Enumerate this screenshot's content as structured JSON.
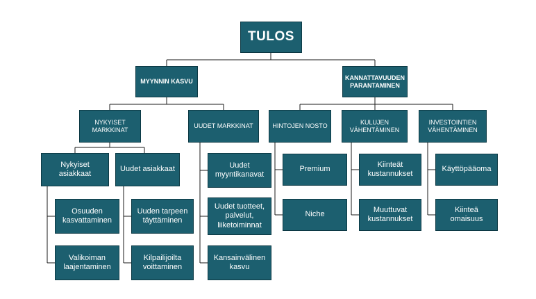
{
  "root": "TULOS",
  "myynti": {
    "title": "MYYNNIN KASVU",
    "nykyiset_markkinat": {
      "title": "NYKYISET\nMARKKINAT",
      "nykyiset_asiakkaat": {
        "title": "Nykyiset asiakkaat",
        "items": [
          "Osuuden\nkasvattaminen",
          "Valikoiman\nlaajentaminen"
        ]
      },
      "uudet_asiakkaat": {
        "title": "Uudet asiakkaat",
        "items": [
          "Uuden tarpeen\ntäyttäminen",
          "Kilpailijoilta\nvoittaminen"
        ]
      }
    },
    "uudet_markkinat": {
      "title": "UUDET  MARKKINAT",
      "items": [
        "Uudet\nmyyntikanavat",
        "Uudet tuotteet,\npalvelut,\nliiketoiminnat",
        "Kansainvälinen\nkasvu"
      ]
    }
  },
  "kannattavuus": {
    "title": "KANNATTAVUUDEN\nPARANTAMINEN",
    "hintojen_nosto": {
      "title": "HINTOJEN    NOSTO",
      "items": [
        "Premium",
        "Niche"
      ]
    },
    "kulujen_vahentaminen": {
      "title": "KULUJEN\nVÄHENTÄMINEN",
      "items": [
        "Kiinteät\nkustannukset",
        "Muuttuvat\nkustannukset"
      ]
    },
    "investointien_vahentaminen": {
      "title": "INVESTOINTIEN\nVÄHENTÄMINEN",
      "items": [
        "Käyttöpääoma",
        "Kiinteä omaisuus"
      ]
    }
  },
  "colors": {
    "box_fill": "#1c5f6f",
    "box_border": "#0c3944",
    "text": "#ffffff",
    "connector": "#1a1a1a"
  }
}
